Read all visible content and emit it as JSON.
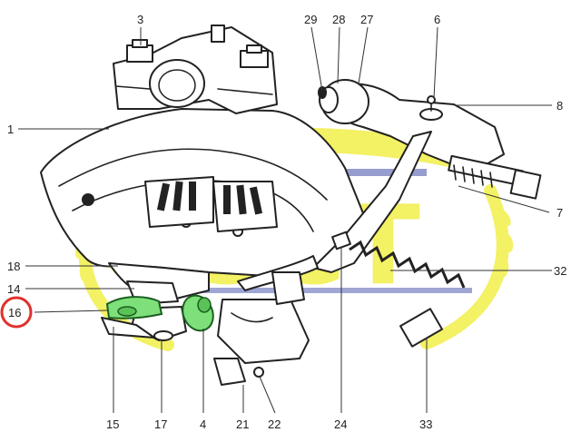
{
  "watermark": {
    "text": "GSCT",
    "color": "#f2ef4a",
    "accent": "#1f2f9a"
  },
  "highlight": {
    "part_number": "16",
    "fill_color": "#7ee07a",
    "ring_color": "#e0302b"
  },
  "callouts": [
    {
      "id": "3",
      "label": "3"
    },
    {
      "id": "29",
      "label": "29"
    },
    {
      "id": "28",
      "label": "28"
    },
    {
      "id": "27",
      "label": "27"
    },
    {
      "id": "6",
      "label": "6"
    },
    {
      "id": "8",
      "label": "8"
    },
    {
      "id": "1",
      "label": "1"
    },
    {
      "id": "7",
      "label": "7"
    },
    {
      "id": "32",
      "label": "32"
    },
    {
      "id": "18",
      "label": "18"
    },
    {
      "id": "14",
      "label": "14"
    },
    {
      "id": "16",
      "label": "16"
    },
    {
      "id": "15",
      "label": "15"
    },
    {
      "id": "17",
      "label": "17"
    },
    {
      "id": "4",
      "label": "4"
    },
    {
      "id": "21",
      "label": "21"
    },
    {
      "id": "22",
      "label": "22"
    },
    {
      "id": "24",
      "label": "24"
    },
    {
      "id": "33",
      "label": "33"
    }
  ]
}
